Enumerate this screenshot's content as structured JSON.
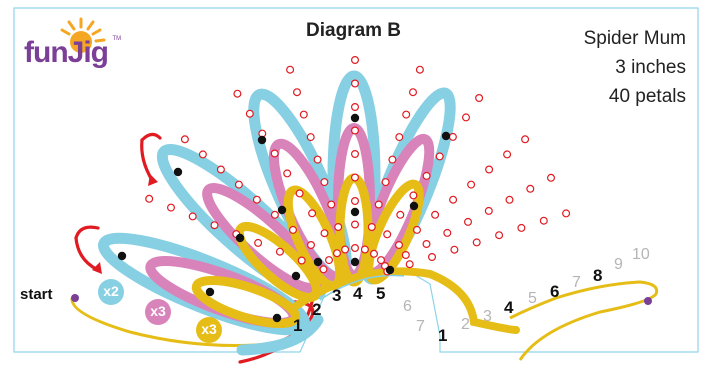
{
  "logo": {
    "text": "funJig",
    "tm": "TM"
  },
  "title": "Diagram B",
  "info": {
    "name": "Spider Mum",
    "size": "3 inches",
    "petals": "40 petals"
  },
  "start_label": "start",
  "counts": [
    "x2",
    "x3",
    "x3"
  ],
  "left_numbers": [
    "1",
    "2",
    "3",
    "4",
    "5"
  ],
  "faded_numbers": [
    "6",
    "7"
  ],
  "right_numbers": [
    "1",
    "2",
    "3",
    "4",
    "5",
    "6",
    "7",
    "8",
    "9",
    "10"
  ],
  "colors": {
    "blue": "#87cfe3",
    "pink": "#d983bb",
    "yellow": "#e6bd17",
    "red": "#e01b22",
    "purple": "#7b3f98",
    "orange": "#f5a623",
    "faded": "#b5b5b5"
  }
}
